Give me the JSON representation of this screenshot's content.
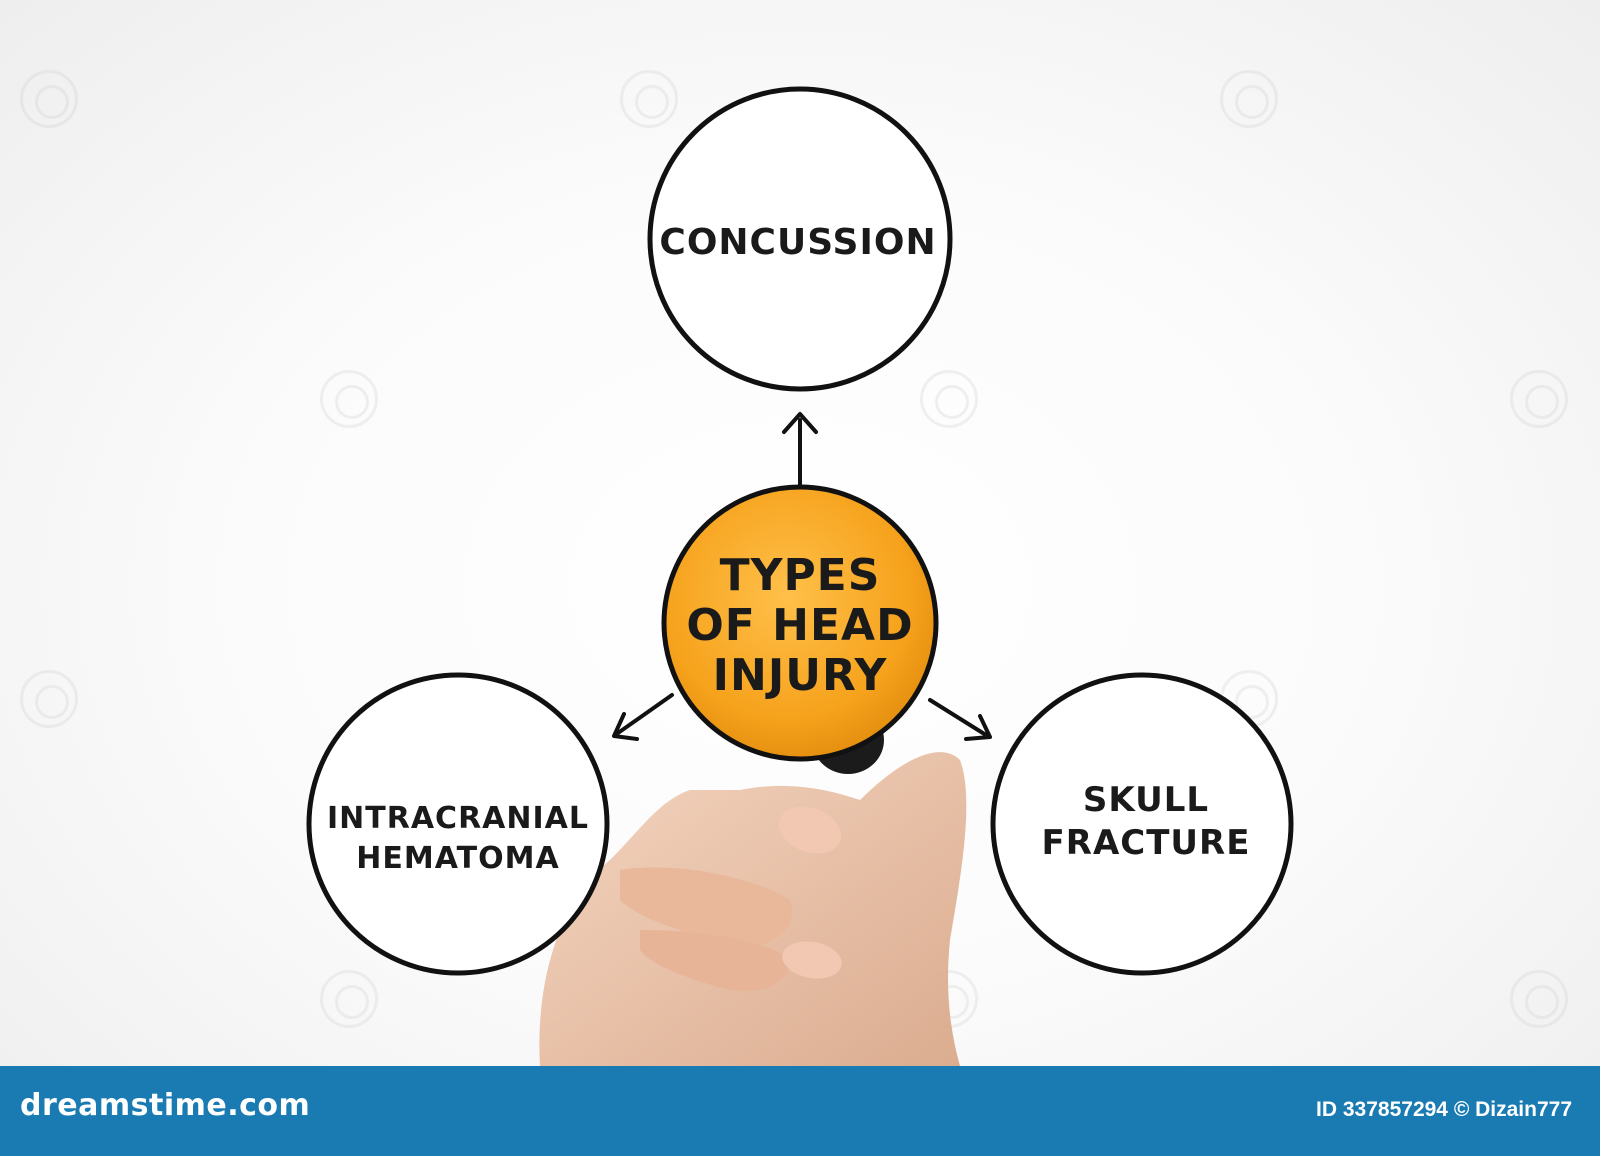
{
  "diagram": {
    "center": {
      "lines": [
        "TYPES",
        "OF HEAD",
        "INJURY"
      ],
      "fill_color": "#f6a21c"
    },
    "nodes": [
      {
        "id": "concussion",
        "lines": [
          "CONCUSSION"
        ]
      },
      {
        "id": "intracranial",
        "lines": [
          "INTRACRANIAL",
          "HEMATOMA"
        ]
      },
      {
        "id": "skull",
        "lines": [
          "SKULL",
          "FRACTURE"
        ]
      }
    ],
    "stroke_color": "#111111"
  },
  "footer": {
    "brand": "dreamstime.com",
    "id_text": "ID 337857294 © Dizain777",
    "background": "#1a7bb3"
  }
}
